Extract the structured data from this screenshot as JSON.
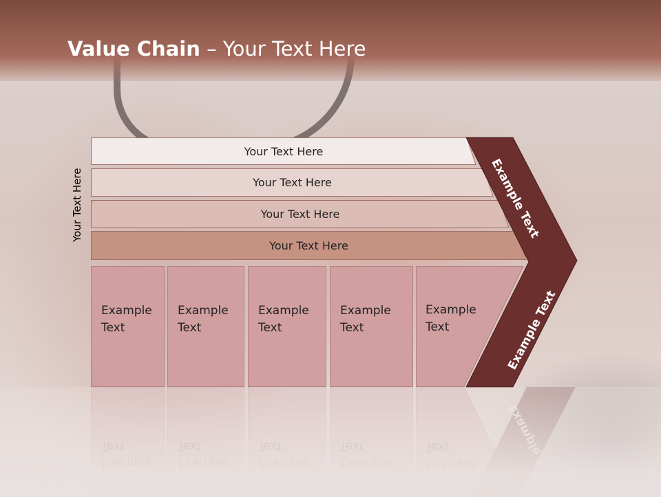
{
  "slide": {
    "title_bold": "Value Chain",
    "title_rest": " – Your Text Here",
    "side_label": "Your Text Here"
  },
  "bars": [
    {
      "label": "Your Text Here",
      "fill": "#f3ebea"
    },
    {
      "label": "Your Text Here",
      "fill": "#e7d3cf"
    },
    {
      "label": "Your Text Here",
      "fill": "#dbbdb5"
    },
    {
      "label": "Your Text Here",
      "fill": "#c69382"
    }
  ],
  "cells": [
    {
      "label": "Example\nText"
    },
    {
      "label": "Example\nText"
    },
    {
      "label": "Example\nText"
    },
    {
      "label": "Example\nText"
    },
    {
      "label": "Example\nText"
    }
  ],
  "chevron": {
    "upper_label": "Example Text",
    "lower_label": "Example Text",
    "fill": "#6b2f2e"
  }
}
